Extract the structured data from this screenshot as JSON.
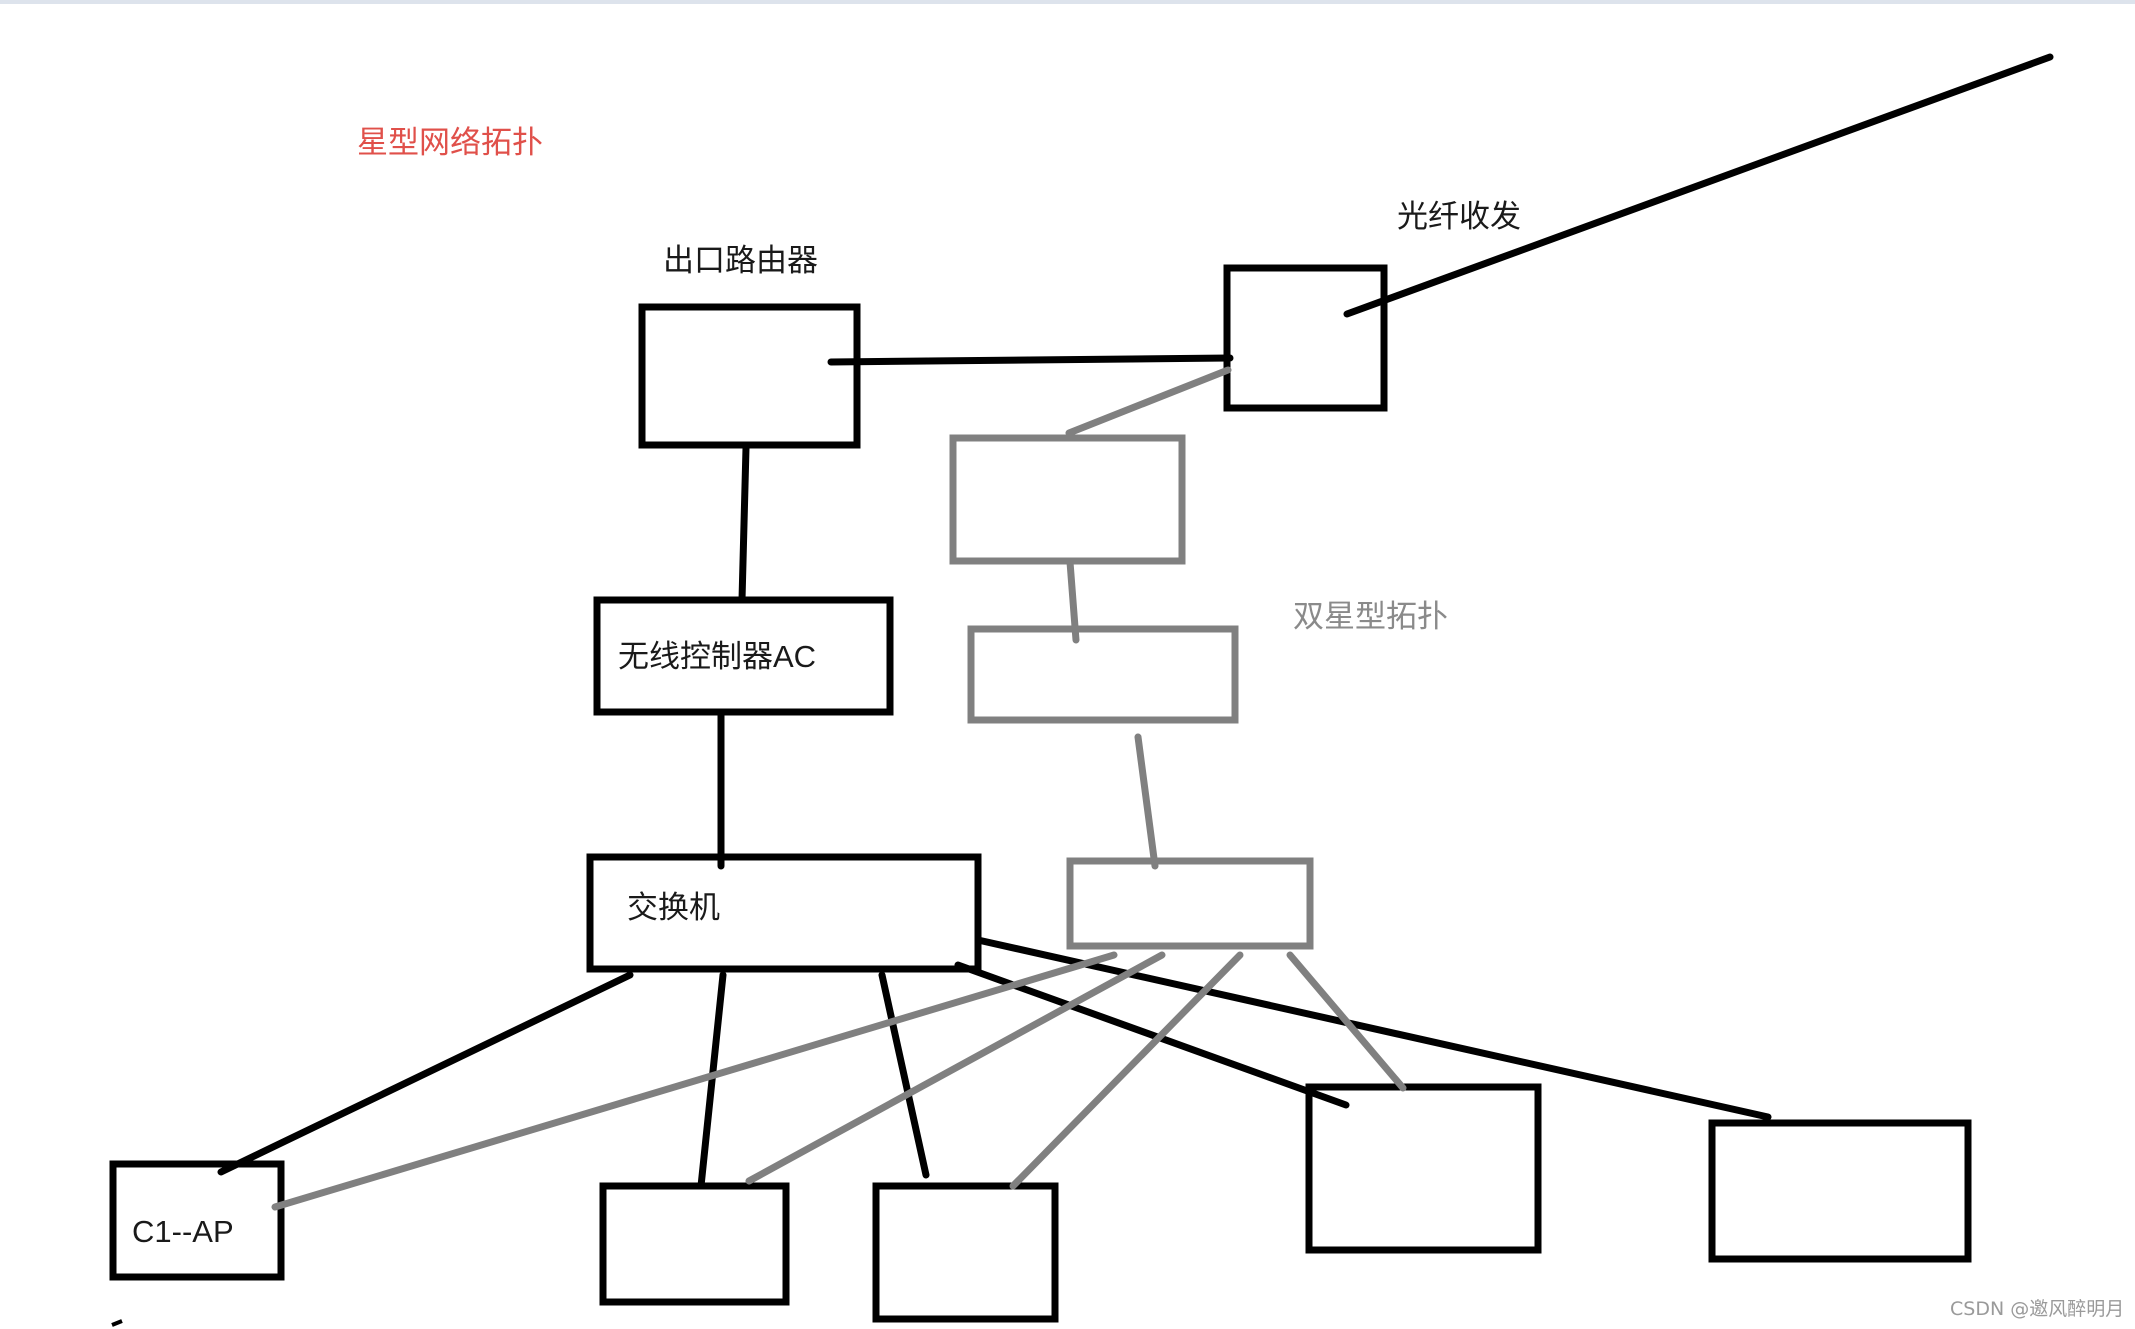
{
  "diagram": {
    "title_star": "星型网络拓扑",
    "title_dual_star": "双星型拓扑",
    "colors": {
      "primary": "#000000",
      "secondary": "#808080",
      "title_red": "#e0504a"
    }
  },
  "nodes": {
    "router": "出口路由器",
    "fiber": "光纤收发",
    "ac": "无线控制器AC",
    "switch": "交换机",
    "ap": "C1--AP"
  },
  "footer": {
    "watermark": "CSDN @邀风醉明月"
  }
}
